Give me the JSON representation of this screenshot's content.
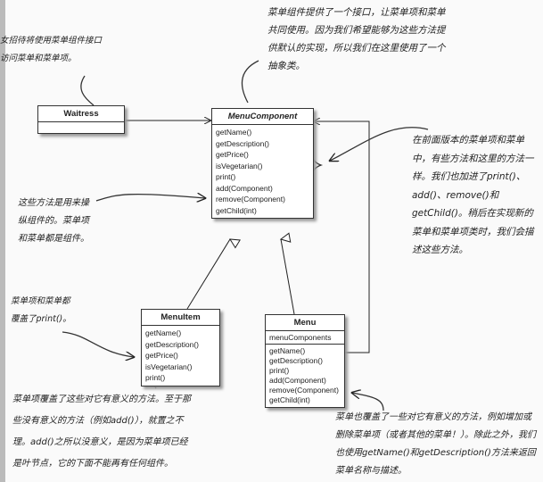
{
  "notes": {
    "waitress": "女招待将使用菜单组件接口访问菜单和菜单项。",
    "component": "菜单组件提供了一个接口，让菜单项和菜单共同使用。因为我们希望能够为这些方法提供默认的实现，所以我们在这里使用了一个抽象类。",
    "previous": "在前面版本的菜单项和菜单中，有些方法和这里的方法一样。我们也加进了print()、add()、remove()和getChild()。稍后在实现新的菜单和菜单项类时，我们会描述这些方法。",
    "manipulate": "这些方法是用来操纵组件的。菜单项和菜单都是组件。",
    "print": "菜单项和菜单都覆盖了print()。",
    "menuitem": "菜单项覆盖了这些对它有意义的方法。至于那些没有意义的方法（例如add()），就置之不理。add()之所以没意义，是因为菜单项已经是叶节点，它的下面不能再有任何组件。",
    "menu": "菜单也覆盖了一些对它有意义的方法，例如增加或删除菜单项（或者其他的菜单！）。除此之外，我们也使用getName()和getDescription()方法来返回菜单名称与描述。"
  },
  "classes": {
    "waitress": {
      "name": "Waitress"
    },
    "component": {
      "name": "MenuComponent",
      "methods": [
        "getName()",
        "getDescription()",
        "getPrice()",
        "isVegetarian()",
        "print()",
        "add(Component)",
        "remove(Component)",
        "getChild(int)"
      ]
    },
    "menuitem": {
      "name": "MenuItem",
      "methods": [
        "getName()",
        "getDescription()",
        "getPrice()",
        "isVegetarian()",
        "print()"
      ]
    },
    "menu": {
      "name": "Menu",
      "fields": [
        "menuComponents"
      ],
      "methods": [
        "getName()",
        "getDescription()",
        "print()",
        "add(Component)",
        "remove(Component)",
        "getChild(int)"
      ]
    }
  }
}
